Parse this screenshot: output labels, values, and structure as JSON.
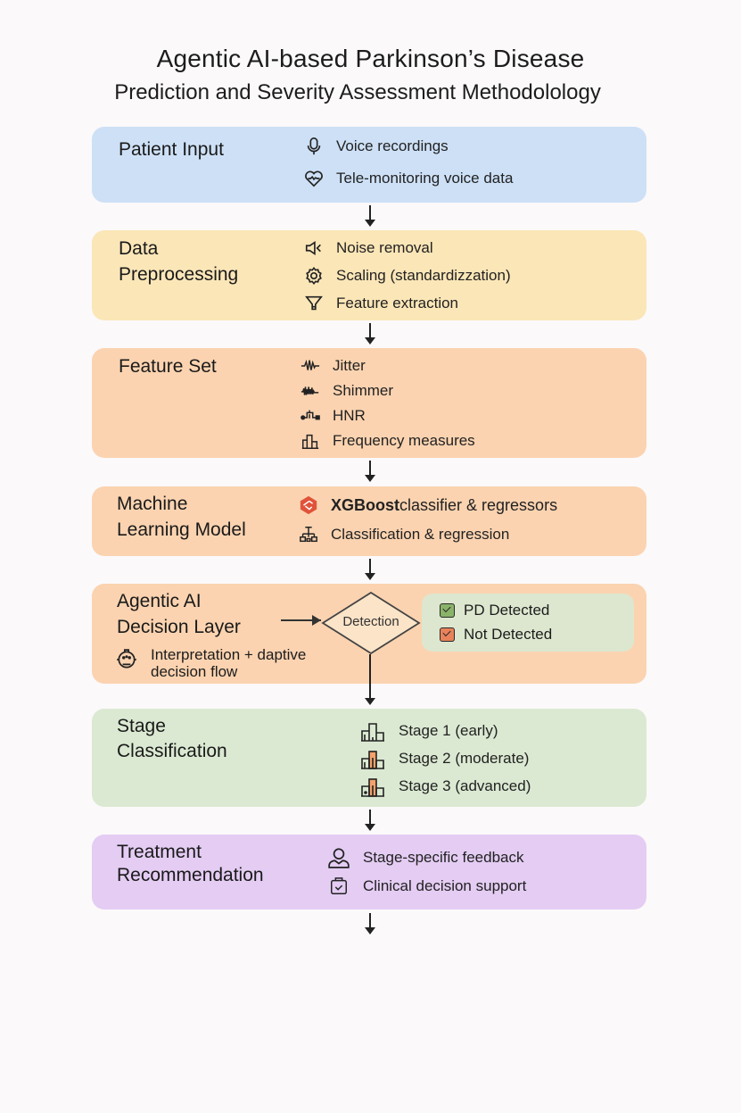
{
  "title": {
    "line1": "Agentic AI-based Parkinson’s Disease",
    "line2": "Prediction and Severity Assessment Methodolology"
  },
  "colors": {
    "patient_input": "#cde0f6",
    "preprocessing": "#fbe6b7",
    "feature_set": "#fbd3b0",
    "ml_model": "#fbd3b0",
    "decision_layer": "#fbd3b0",
    "stage_classification": "#dbe9d2",
    "treatment": "#e4ccf3",
    "pd_detected": "#8ab36a",
    "not_detected": "#e8825a",
    "xgboost_brand": "#e0533a"
  },
  "steps": [
    {
      "heading": [
        "Patient Input"
      ],
      "items": [
        {
          "icon": "microphone-icon",
          "label": "Voice recordings"
        },
        {
          "icon": "heart-waveform-icon",
          "label": "Tele-monitoring voice data"
        }
      ]
    },
    {
      "heading": [
        "Data",
        "Preprocessing"
      ],
      "items": [
        {
          "icon": "speaker-noise-icon",
          "label": "Noise removal"
        },
        {
          "icon": "gear-icon",
          "label": "Scaling (standardizzation)"
        },
        {
          "icon": "funnel-icon",
          "label": "Feature extraction"
        }
      ]
    },
    {
      "heading": [
        "Feature Set"
      ],
      "items": [
        {
          "icon": "waveform-icon",
          "label": "Jitter"
        },
        {
          "icon": "waveform-dense-icon",
          "label": "Shimmer"
        },
        {
          "icon": "signal-node-icon",
          "label": "HNR"
        },
        {
          "icon": "bar-chart-icon",
          "label": "Frequency measures"
        }
      ]
    },
    {
      "heading": [
        "Machine",
        "Learning Model"
      ],
      "items": [
        {
          "icon": "xgboost-logo-icon",
          "label_bold": "XGBoost",
          "label": " classifier & regressors"
        },
        {
          "icon": "hierarchy-icon",
          "label": "Classification & regression"
        }
      ]
    },
    {
      "heading": [
        "Agentic AI",
        "Decision Layer"
      ],
      "note": {
        "icon": "robot-head-icon",
        "lines": [
          "Interpretation + daptive",
          "decision flow"
        ]
      },
      "decision": "Detection",
      "outcomes": [
        {
          "label": "PD Detected",
          "color_key": "pd_detected"
        },
        {
          "label": "Not Detected",
          "color_key": "not_detected"
        }
      ]
    },
    {
      "heading": [
        "Stage",
        "Classification"
      ],
      "items": [
        {
          "icon": "stage-1-chart-icon",
          "label": "Stage 1 (early)"
        },
        {
          "icon": "stage-2-chart-icon",
          "label": "Stage 2 (moderate)"
        },
        {
          "icon": "stage-3-chart-icon",
          "label": "Stage 3 (advanced)"
        }
      ]
    },
    {
      "heading": [
        "Treatment",
        "Recommendation"
      ],
      "items": [
        {
          "icon": "user-icon",
          "label": "Stage-specific feedback"
        },
        {
          "icon": "clipboard-check-icon",
          "label": "Clinical decision support"
        }
      ]
    }
  ]
}
